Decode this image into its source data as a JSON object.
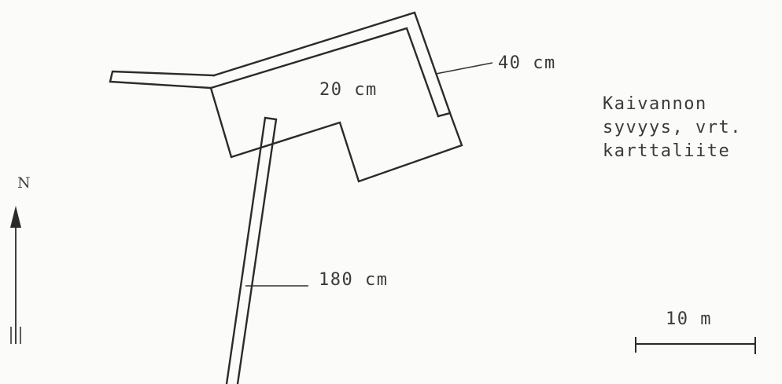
{
  "depth_labels": {
    "main_excavation": "20 cm",
    "east_arm": "40 cm",
    "south_trench": "180 cm"
  },
  "depth_note": {
    "lines": [
      "Kaivannon",
      "syvyys, vrt.",
      "karttaliite"
    ]
  },
  "north_arrow": {
    "letter": "N"
  },
  "scale_bar": {
    "label": "10 m"
  }
}
